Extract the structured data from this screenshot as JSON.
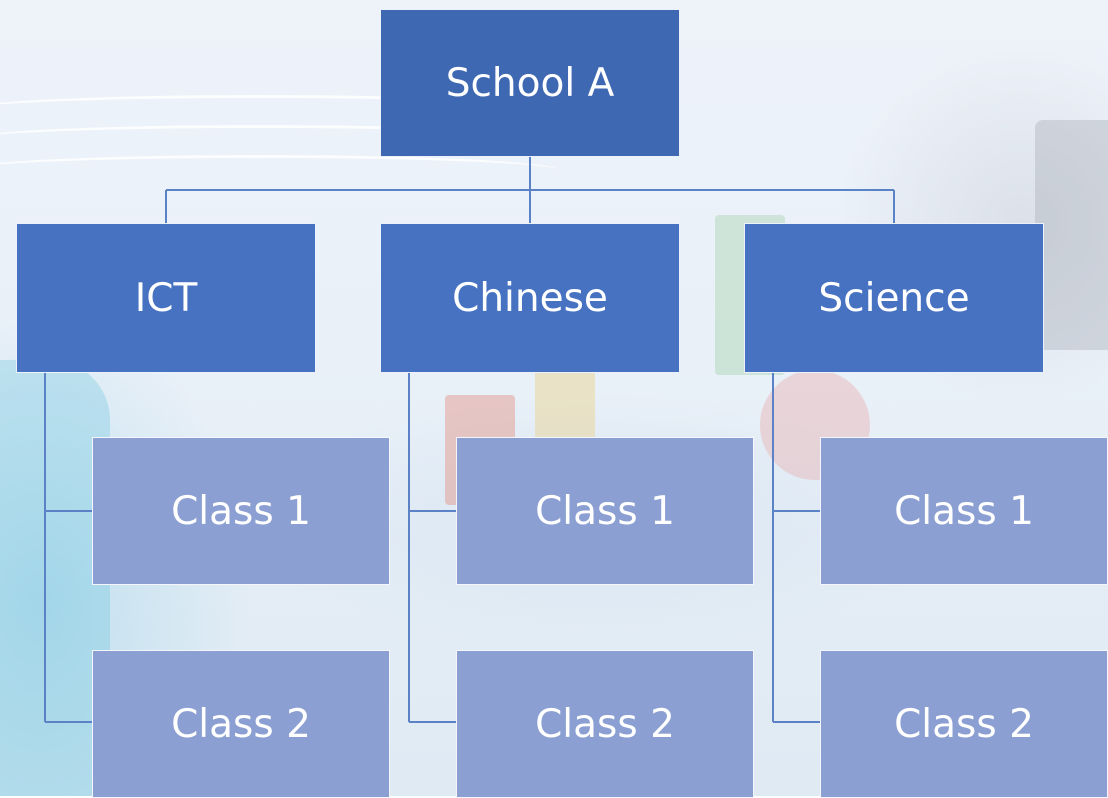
{
  "root": {
    "label": "School A"
  },
  "departments": [
    {
      "label": "ICT",
      "classes": [
        "Class 1",
        "Class 2"
      ]
    },
    {
      "label": "Chinese",
      "classes": [
        "Class 1",
        "Class 2"
      ]
    },
    {
      "label": "Science",
      "classes": [
        "Class 1",
        "Class 2"
      ]
    }
  ],
  "colors": {
    "root_fill": "#3f68b3",
    "department_fill": "#4672c1",
    "class_fill": "#8b9fd2",
    "connector": "#5b82c6"
  }
}
